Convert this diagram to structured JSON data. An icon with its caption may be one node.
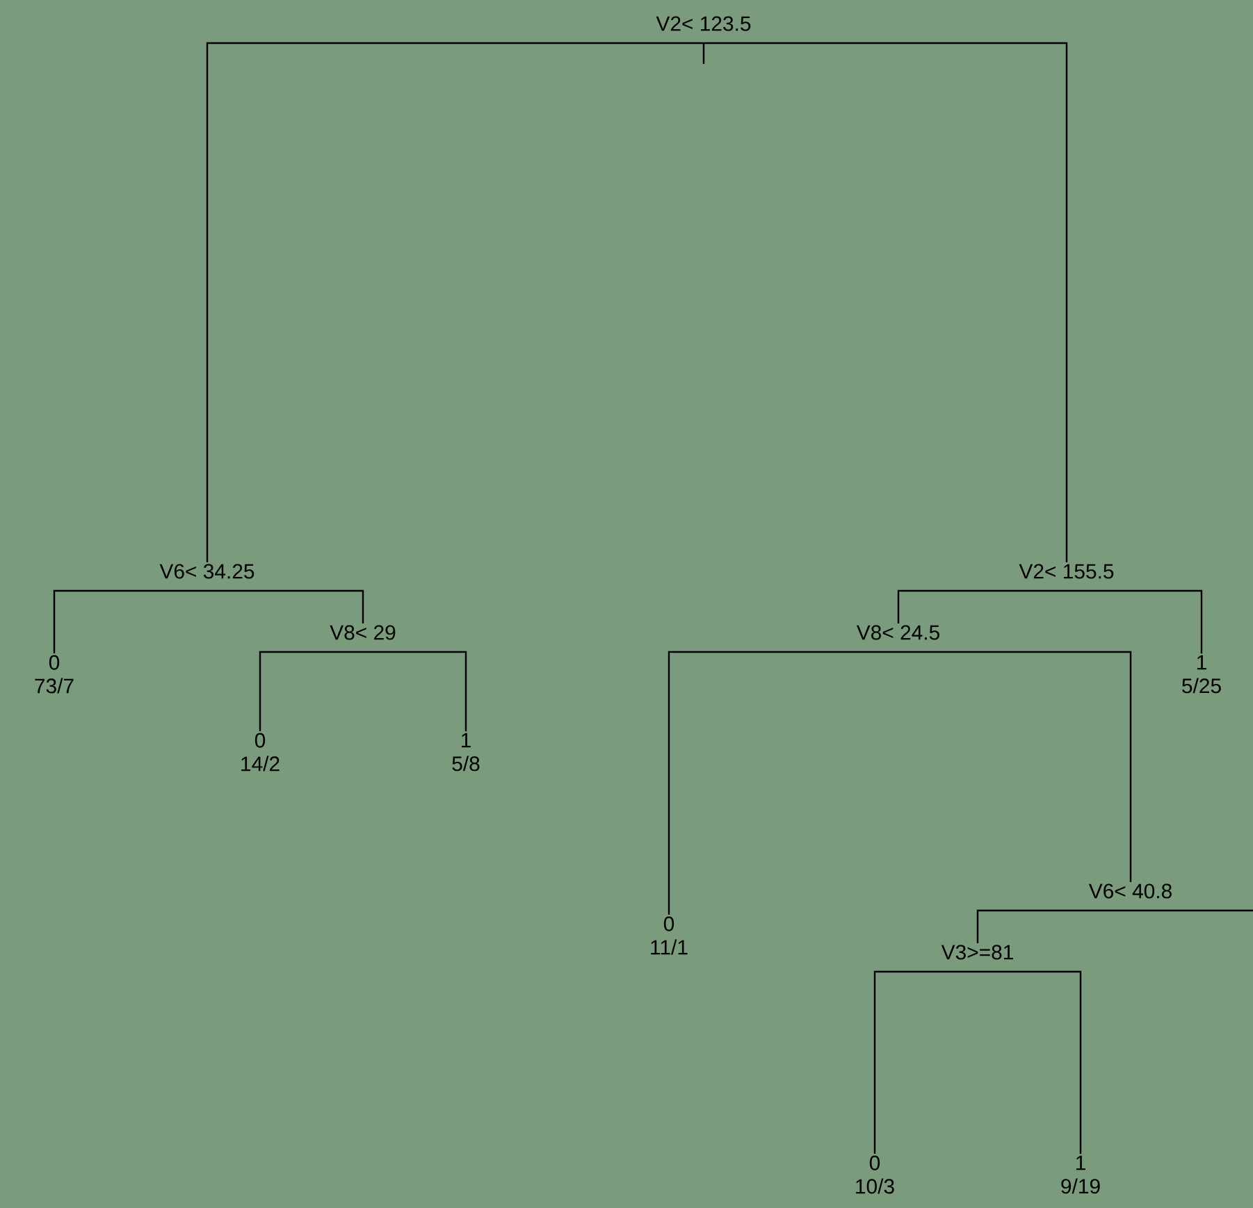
{
  "diagram": {
    "nodes": [
      {
        "text": [
          "V2< 123.5"
        ]
      },
      {
        "text": [
          "V6< 34.25"
        ]
      },
      {
        "text": [
          "0",
          "73/7"
        ]
      },
      {
        "text": [
          "V8< 29"
        ]
      },
      {
        "text": [
          "0",
          "14/2"
        ]
      },
      {
        "text": [
          "1",
          "5/8"
        ]
      },
      {
        "text": [
          "V2< 155.5"
        ]
      },
      {
        "text": [
          "V8< 24.5"
        ]
      },
      {
        "text": [
          "0",
          "11/1"
        ]
      },
      {
        "text": [
          "V6< 40.8"
        ]
      },
      {
        "text": [
          "V3>=81"
        ]
      },
      {
        "text": [
          "0",
          "10/3"
        ]
      },
      {
        "text": [
          "1",
          "9/19"
        ]
      },
      {
        "text": [
          "1",
          "5/25"
        ]
      }
    ],
    "edges": [
      {
        "from": 0,
        "to": 1,
        "arrow": "none"
      },
      {
        "from": 0,
        "to": 6,
        "arrow": "none"
      },
      {
        "from": 1,
        "to": 2,
        "arrow": "none"
      },
      {
        "from": 1,
        "to": 3,
        "arrow": "none"
      },
      {
        "from": 3,
        "to": 4,
        "arrow": "none"
      },
      {
        "from": 3,
        "to": 5,
        "arrow": "none"
      },
      {
        "from": 6,
        "to": 7,
        "arrow": "none"
      },
      {
        "from": 6,
        "to": 13,
        "arrow": "none"
      },
      {
        "from": 7,
        "to": 8,
        "arrow": "none"
      },
      {
        "from": 7,
        "to": 9,
        "arrow": "none"
      },
      {
        "from": 9,
        "to": 10,
        "arrow": "none"
      },
      {
        "from": 9,
        "to": null,
        "arrow": "none"
      },
      {
        "from": 10,
        "to": 11,
        "arrow": "none"
      },
      {
        "from": 10,
        "to": 12,
        "arrow": "none"
      }
    ]
  }
}
